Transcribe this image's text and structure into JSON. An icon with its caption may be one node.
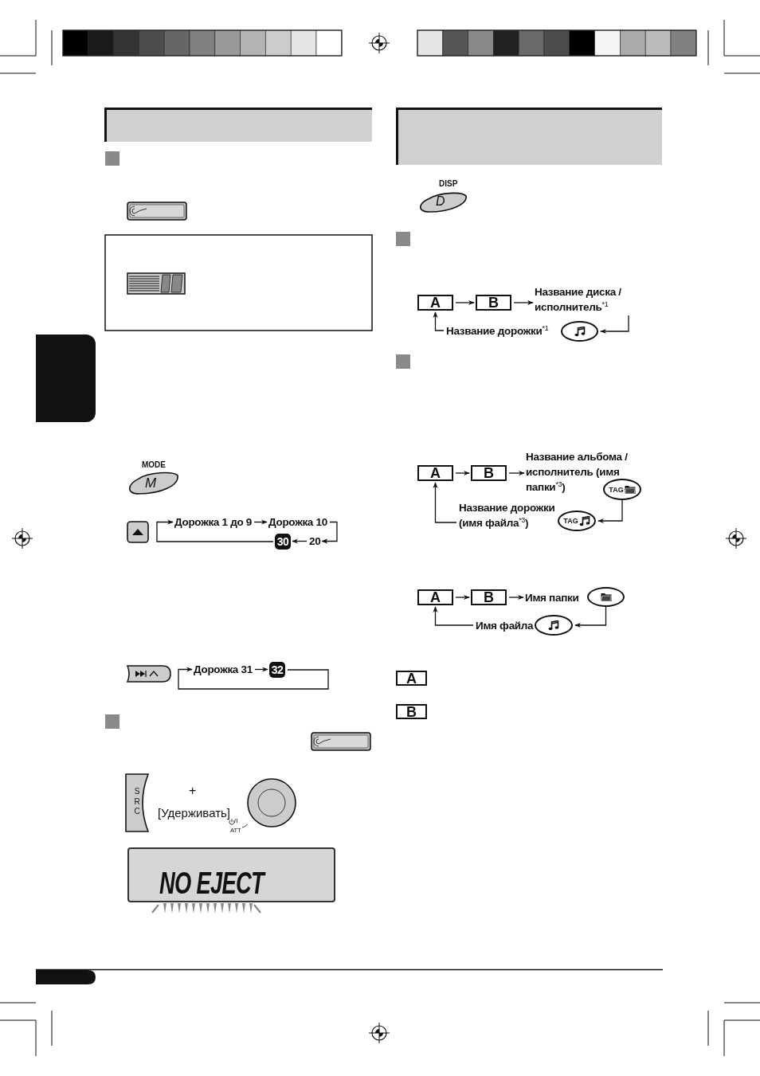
{
  "diagram": {
    "nodes": [
      {
        "text": [
          "A"
        ]
      },
      {
        "text": [
          "B"
        ]
      },
      {
        "text": [
          "Название диска / исполнитель$^{*1}$"
        ]
      },
      {
        "text": [],
        "shape": "ellipse"
      },
      {
        "text": [
          "Название дорожки$^{*1}$"
        ]
      },
      {
        "text": [
          "A"
        ]
      },
      {
        "text": [
          "B"
        ]
      },
      {
        "text": [
          "Название альбома / исполнитель (имя папки$^{*3}$)"
        ]
      },
      {
        "text": [
          "TAG"
        ]
      },
      {
        "text": [
          "TAG"
        ]
      },
      {
        "text": [
          "Название дорожки (имя файла$^{*3}$)"
        ]
      },
      {
        "text": [
          "A"
        ]
      },
      {
        "text": [
          "B"
        ]
      },
      {
        "text": [
          "Имя папки"
        ]
      },
      {
        "text": [],
        "shape": "ellipse"
      },
      {
        "text": [],
        "shape": "ellipse"
      },
      {
        "text": [
          "Имя файла"
        ]
      },
      {
        "text": [
          "Дорожка 1 до 9"
        ]
      },
      {
        "text": [
          "Дорожка 10"
        ]
      },
      {
        "text": [
          "20"
        ]
      },
      {
        "text": [
          "30"
        ]
      },
      {
        "text": [
          "Дорожка 31"
        ]
      },
      {
        "text": [
          "32"
        ]
      },
      {
        "text": [
          "A"
        ]
      },
      {
        "text": [
          "B"
        ]
      },
      {
        "text": [
          "NO EJECT"
        ]
      },
      {
        "text": [],
        "shape": "box"
      }
    ],
    "edges": [
      {
        "from": 0,
        "to": 1,
        "arrow": "to"
      },
      {
        "from": 1,
        "to": 2,
        "arrow": "to"
      },
      {
        "from": 2,
        "to": 3,
        "arrow": "to"
      },
      {
        "from": 4,
        "to": 0,
        "arrow": "to"
      },
      {
        "from": 5,
        "to": 6,
        "arrow": "to"
      },
      {
        "from": 6,
        "to": 7,
        "arrow": "to"
      },
      {
        "from": 8,
        "to": 9,
        "arrow": "to"
      },
      {
        "from": 10,
        "to": 5,
        "arrow": "to"
      },
      {
        "from": 11,
        "to": 12,
        "arrow": "to"
      },
      {
        "from": 12,
        "to": 13,
        "arrow": "to"
      },
      {
        "from": 14,
        "to": 15,
        "arrow": "to"
      },
      {
        "from": 16,
        "to": 11,
        "arrow": "to"
      },
      {
        "from": 17,
        "to": 18,
        "arrow": "to"
      },
      {
        "from": 18,
        "to": 19,
        "arrow": "to"
      },
      {
        "from": 19,
        "to": 20,
        "arrow": "to"
      },
      {
        "from": 20,
        "to": 17,
        "arrow": "to"
      },
      {
        "from": 21,
        "to": 22,
        "arrow": "to"
      },
      {
        "from": 22,
        "to": 21,
        "arrow": "to"
      }
    ],
    "labels": [
      "DISP",
      "D",
      "MODE",
      "M",
      "+",
      "[Удерживать]",
      "/I",
      "ATT",
      "SRC"
    ]
  }
}
